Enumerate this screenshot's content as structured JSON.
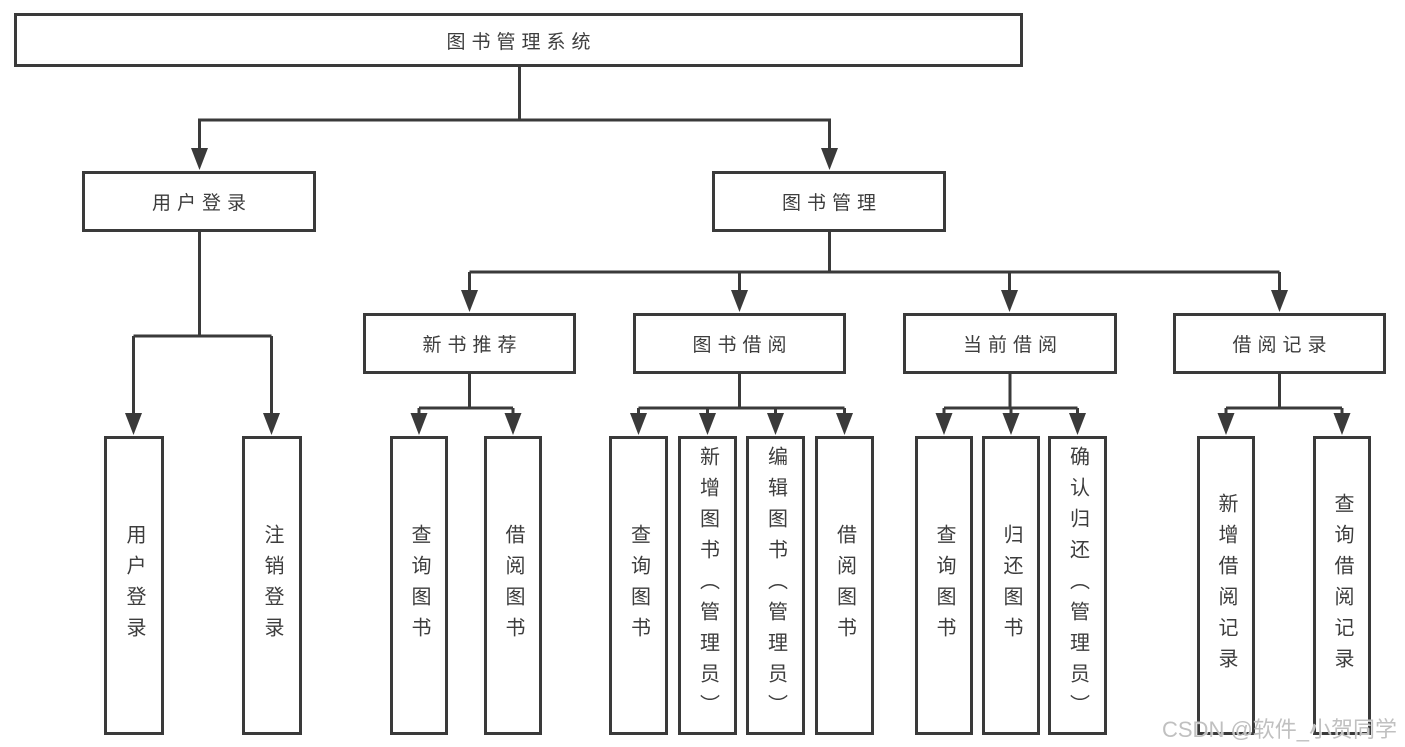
{
  "theme": {
    "line": "#3a3a3a",
    "text": "#3d3d3d",
    "box_bg": "#ffffff",
    "bg": "#ffffff",
    "watermark": "#c0c0c0"
  },
  "diagram": {
    "root": "图书管理系统",
    "level2": [
      {
        "label": "用户登录"
      },
      {
        "label": "图书管理"
      }
    ],
    "level3": [
      {
        "label": "新书推荐"
      },
      {
        "label": "图书借阅"
      },
      {
        "label": "当前借阅"
      },
      {
        "label": "借阅记录"
      }
    ],
    "leaves": {
      "user_login": [
        "用户登录",
        "注销登录"
      ],
      "new_book_recommendation": [
        "查询图书",
        "借阅图书"
      ],
      "book_borrowing": [
        "查询图书",
        "新增图书（管理员）",
        "编辑图书（管理员）",
        "借阅图书"
      ],
      "current_borrowing": [
        "查询图书",
        "归还图书",
        "确认归还（管理员）"
      ],
      "borrowing_records": [
        "新增借阅记录",
        "查询借阅记录"
      ]
    }
  },
  "watermark": "CSDN @软件_小贺同学"
}
